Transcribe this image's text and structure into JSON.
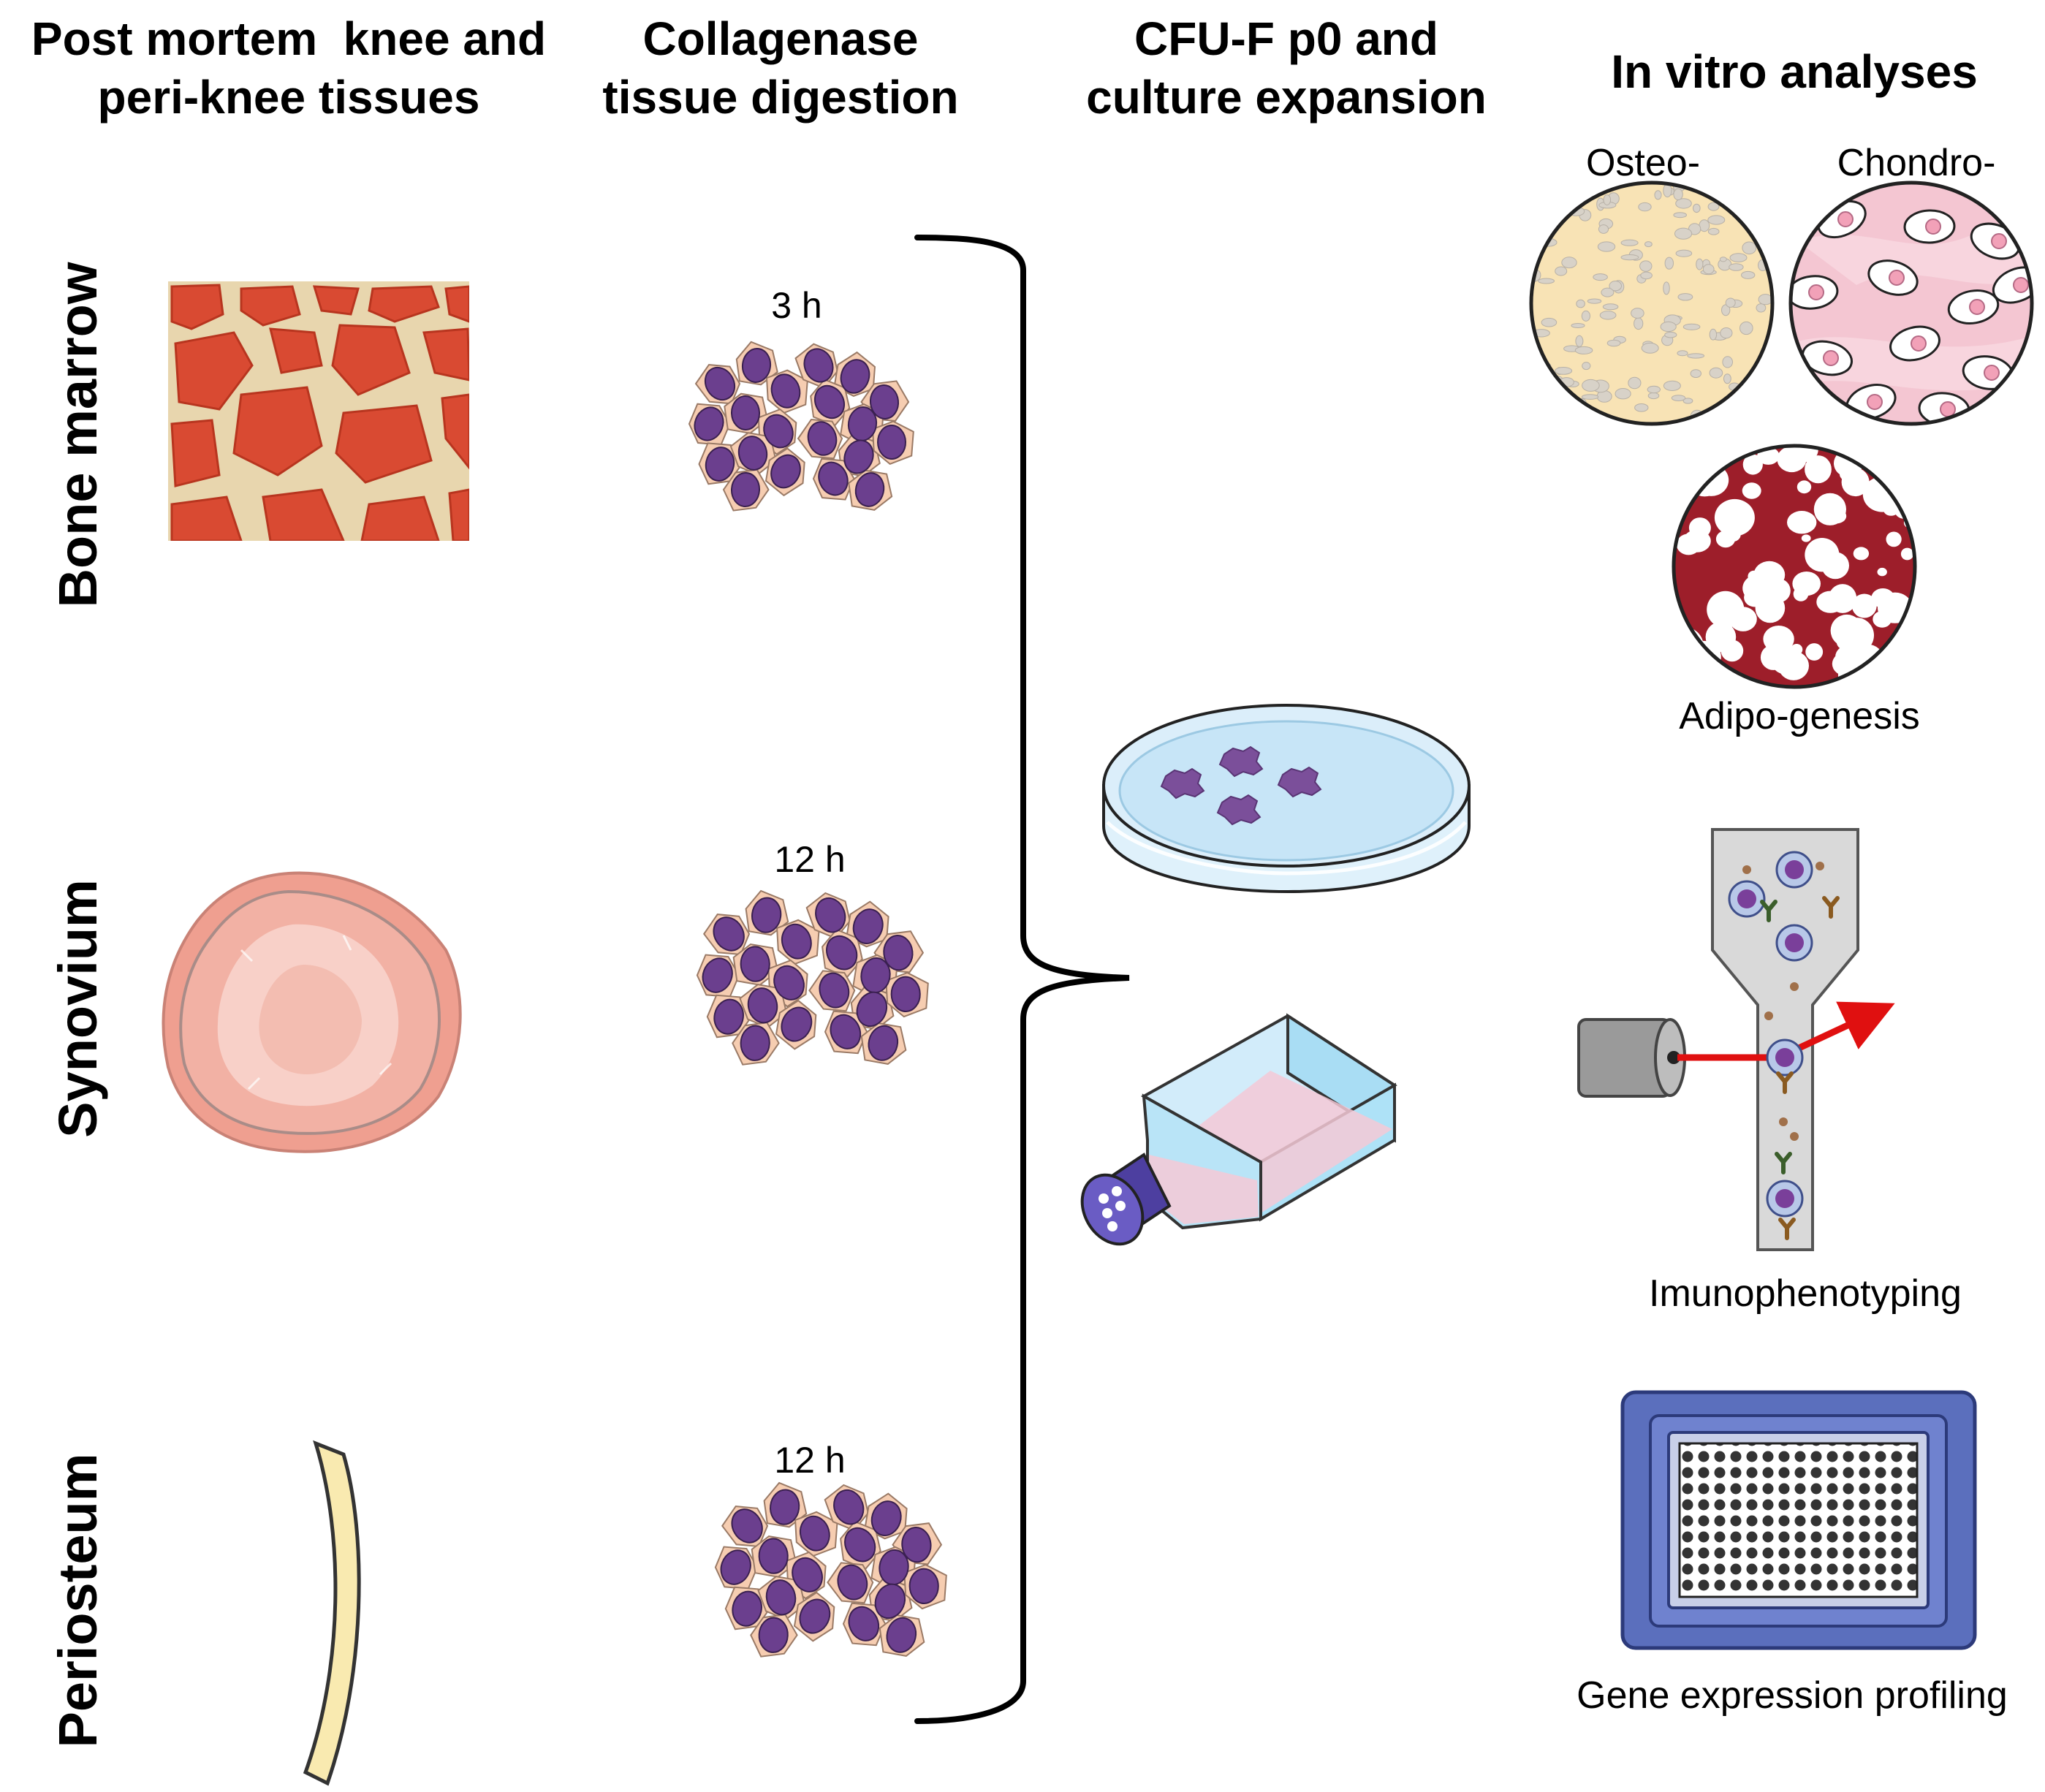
{
  "headers": {
    "col1": {
      "line1": "Post mortem  knee and",
      "line2": "peri-knee tissues"
    },
    "col2": {
      "line1": "Collagenase",
      "line2": "tissue digestion"
    },
    "col3": {
      "line1": "CFU-F p0 and",
      "line2": "culture expansion"
    },
    "col4": {
      "line1": "In vitro analyses"
    }
  },
  "tissues": [
    {
      "label": "Bone marrow",
      "digestion_time": "3 h",
      "icon": "bone-marrow-icon"
    },
    {
      "label": "Synovium",
      "digestion_time": "12 h",
      "icon": "synovium-icon"
    },
    {
      "label": "Periosteum",
      "digestion_time": "12 h",
      "icon": "periosteum-icon"
    }
  ],
  "culture": {
    "icons": [
      "petri-dish-icon",
      "culture-flask-icon"
    ]
  },
  "analyses": {
    "osteo_label": "Osteo-",
    "chondro_label": "Chondro-",
    "adipo_label": "Adipo-genesis",
    "immuno_label": "Imunophenotyping",
    "gene_label": "Gene expression profiling"
  },
  "colors": {
    "bone_red": "#d94a32",
    "bone_beige": "#e8d6ae",
    "cell_purple": "#6b3f8e",
    "cell_peach": "#f6cdb1",
    "osteo_fill": "#f8e3b5",
    "chondro_fill": "#f4c6d2",
    "adipo_fill": "#9d1e2a",
    "plate_blue": "#5b6fbd",
    "laser_red": "#e01010"
  }
}
